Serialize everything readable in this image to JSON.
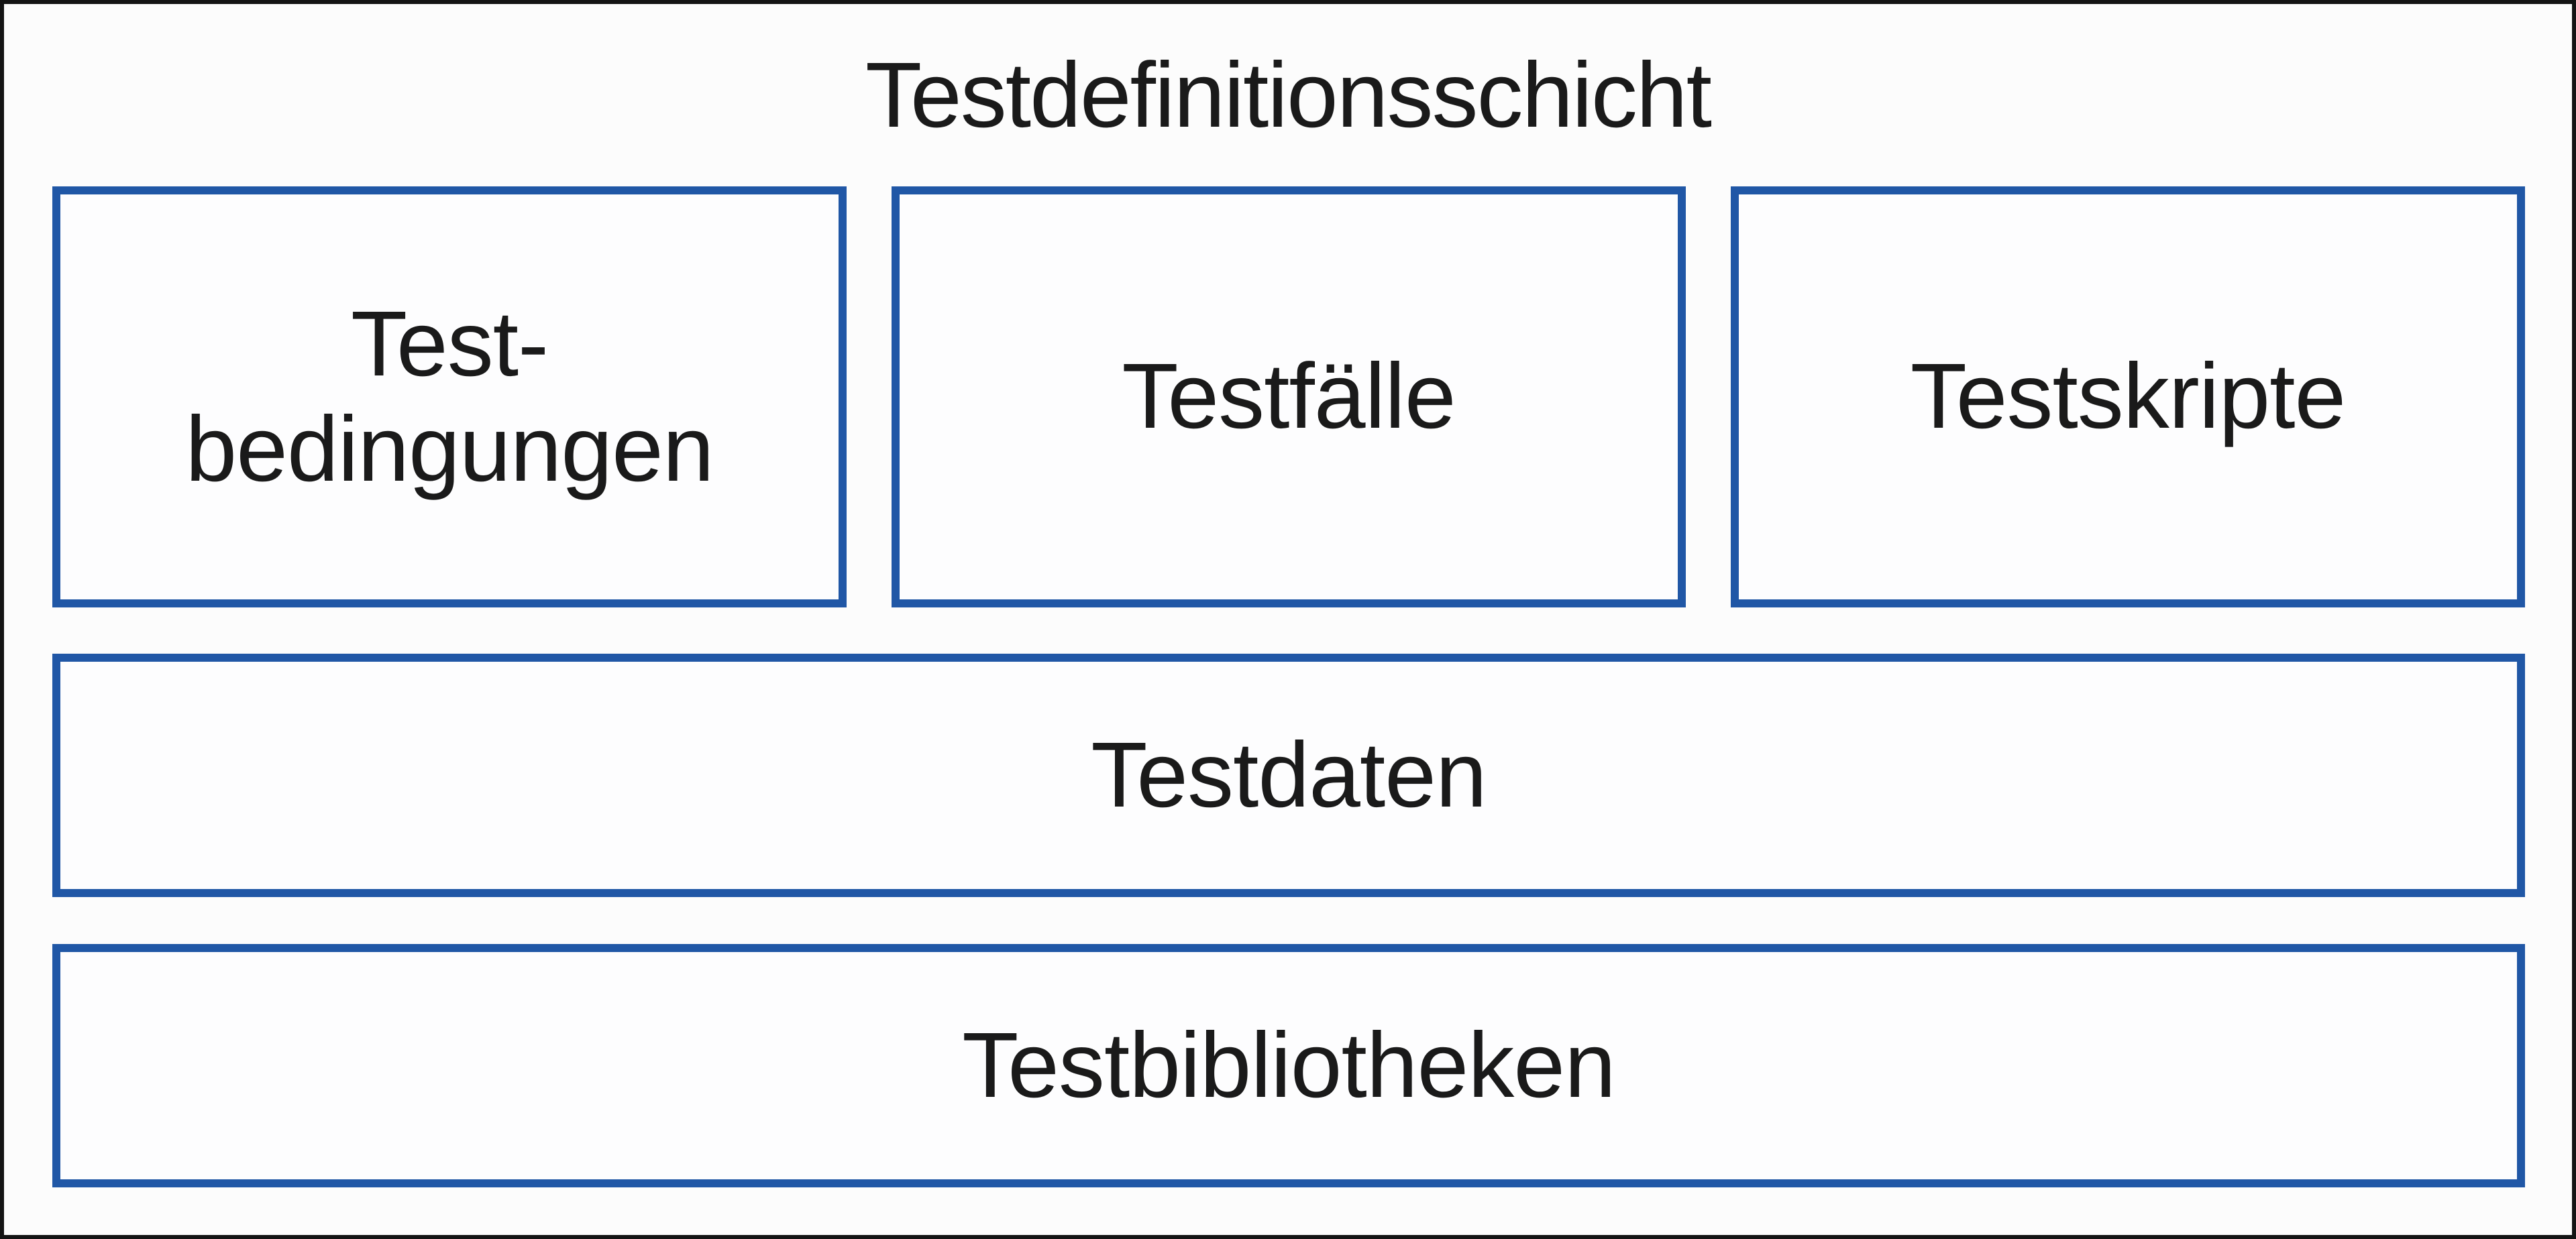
{
  "diagram": {
    "title": "Testdefinitionsschicht",
    "colors": {
      "border_blue": "#2057A6",
      "frame_black": "#141414",
      "text": "#1A1A1A",
      "background": "#FCFCFC"
    },
    "row1": [
      {
        "id": "testbedingungen",
        "lines": [
          "Test-",
          "bedingungen"
        ]
      },
      {
        "id": "testfaelle",
        "lines": [
          "Testfälle"
        ]
      },
      {
        "id": "testskripte",
        "lines": [
          "Testskripte"
        ]
      }
    ],
    "rows_full": [
      {
        "id": "testdaten",
        "lines": [
          "Testdaten"
        ]
      },
      {
        "id": "testbibliotheken",
        "lines": [
          "Testbibliotheken"
        ]
      }
    ]
  }
}
